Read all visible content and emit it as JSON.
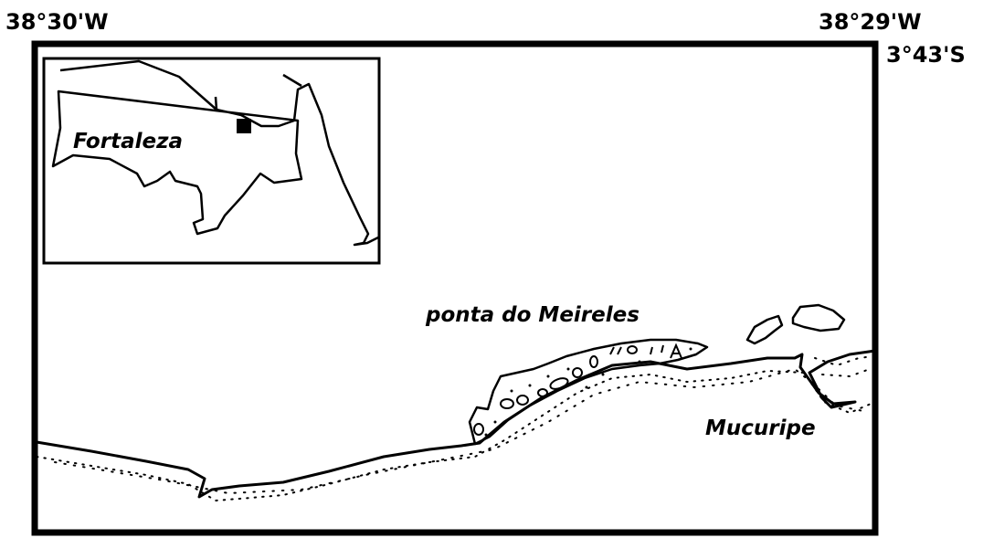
{
  "map": {
    "coordinates": {
      "top_left_longitude": "38°30'W",
      "top_right_longitude": "38°29'W",
      "top_right_latitude": "3°43'S"
    },
    "places": {
      "inset_city": "Fortaleza",
      "headland": "ponta do Meireles",
      "beach": "Mucuripe"
    },
    "colors": {
      "ink": "#000000",
      "background": "#ffffff"
    }
  }
}
